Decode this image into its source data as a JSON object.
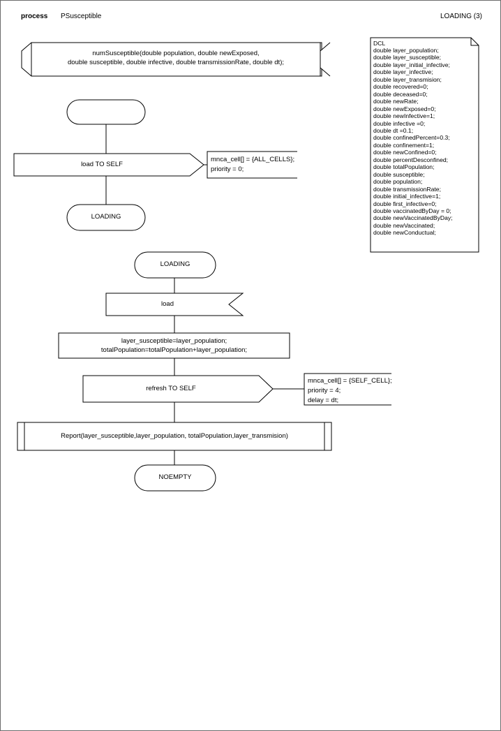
{
  "header": {
    "kind": "process",
    "name": "PSusceptible",
    "page_ref": "LOADING (3)"
  },
  "procedure": {
    "signature_line1": "numSusceptible(double population, double newExposed,",
    "signature_line2": "double susceptible, double infective, double transmissionRate, double dt);"
  },
  "dcl": {
    "title": "DCL",
    "lines": [
      "double layer_population;",
      "double layer_susceptible;",
      "double layer_initial_infective;",
      "double layer_infective;",
      "double layer_transmision;",
      "double recovered=0;",
      "double deceased=0;",
      "double newRate;",
      "double newExposed=0;",
      "double newInfective=1;",
      "double infective =0;",
      "double dt =0.1;",
      "double confinedPercent=0.3;",
      "double confinement=1;",
      "double newConfined=0;",
      "double percentDesconfined;",
      "double totalPopulation;",
      "double susceptible;",
      "double population;",
      "double transmissionRate;",
      "double initial_infective=1;",
      "double first_infective=0;",
      "double vaccinatedByDay = 0;",
      "double newVaccinatedByDay;",
      "double newVaccinated;",
      "double newConductual;"
    ]
  },
  "flow1": {
    "start_state": "",
    "output_load": "load TO SELF",
    "output_load_comment_line1": "mnca_cell[] = {ALL_CELLS};",
    "output_load_comment_line2": "priority = 0;",
    "next_state": "LOADING"
  },
  "flow2": {
    "state": "LOADING",
    "input_load": "load",
    "task_line1": "layer_susceptible=layer_population;",
    "task_line2": "totalPopulation=totalPopulation+layer_population;",
    "output_refresh": "refresh TO SELF",
    "refresh_comment_line1": "mnca_cell[] = {SELF_CELL};",
    "refresh_comment_line2": "priority = 4;",
    "refresh_comment_line3": "delay = dt;",
    "procedure_call": "Report(layer_susceptible,layer_population, totalPopulation,layer_transmision)",
    "end_state": "NOEMPTY"
  },
  "colors": {
    "stroke": "#000000",
    "page_border": "#6b6b6b",
    "text": "#000000"
  }
}
